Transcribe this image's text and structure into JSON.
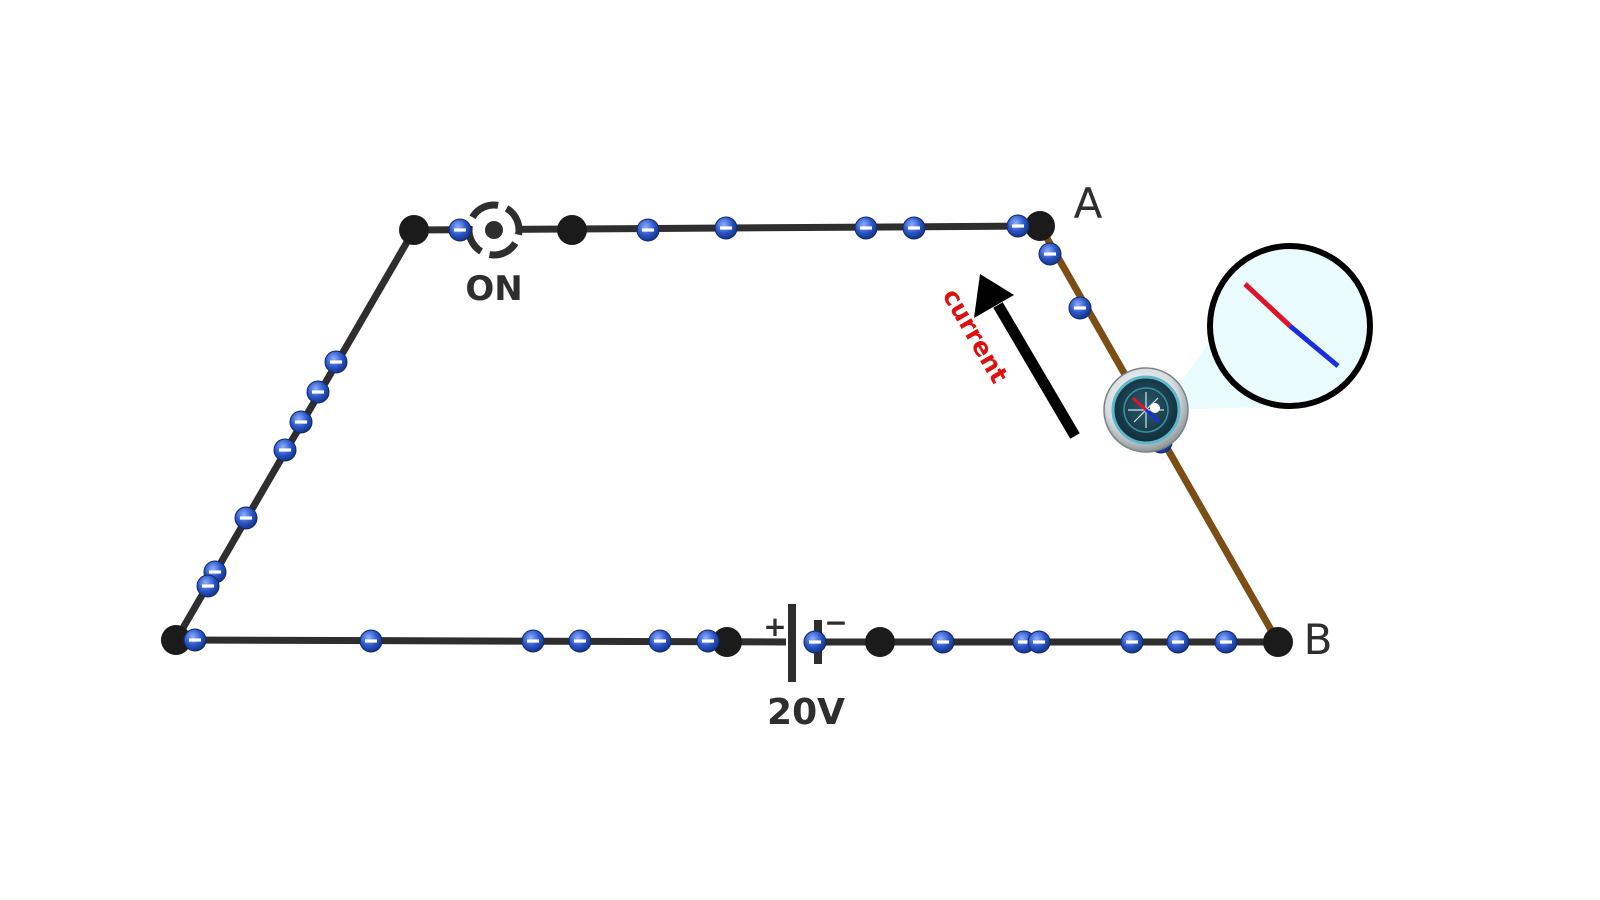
{
  "diagram": {
    "nodes": {
      "a_label": "A",
      "b_label": "B"
    },
    "switch": {
      "state_label": "ON",
      "state": "closed"
    },
    "battery": {
      "voltage_label": "20V",
      "positive_symbol": "+",
      "negative_symbol": "−"
    },
    "current": {
      "label": "current",
      "direction": "B to A",
      "label_color": "#e01010",
      "arrow_color": "#000000"
    },
    "compass": {
      "needle_north_color": "#e3122b",
      "needle_south_color": "#1a2ee0",
      "magnifier_fill": "#eafbfd"
    },
    "wire_colors": {
      "conductor": "#2e2e2e",
      "segment_ab": "#7b4e16"
    },
    "electron": {
      "symbol": "−",
      "fill": "#2a55c8"
    },
    "electron_count": 31
  }
}
